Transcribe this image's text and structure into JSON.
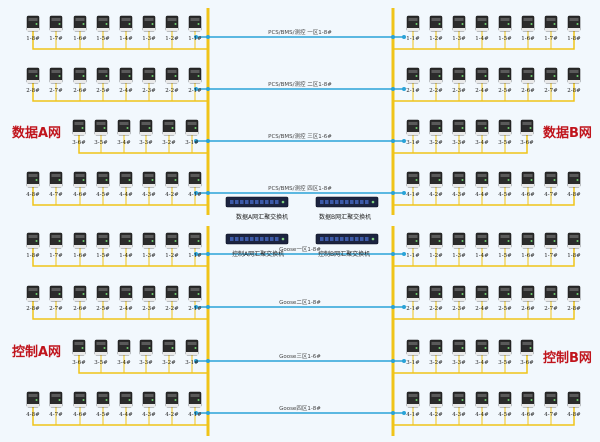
{
  "zones": {
    "data_a": "数据A网",
    "data_b": "数据B网",
    "ctrl_a": "控制A网",
    "ctrl_b": "控制B网"
  },
  "switches": {
    "data_a": "数据A网汇聚交换机",
    "data_b": "数据B网汇聚交换机",
    "ctrl_a": "控制A网汇聚交换机",
    "ctrl_b": "控制B网汇聚交换机"
  },
  "rows": [
    {
      "label": "PCS/BMS/测控 一区1-8#",
      "left": [
        "1-8#",
        "1-7#",
        "1-6#",
        "1-5#",
        "1-4#",
        "1-3#",
        "1-2#",
        "1-1#"
      ],
      "right": [
        "1-1#",
        "1-2#",
        "1-3#",
        "1-4#",
        "1-5#",
        "1-6#",
        "1-7#",
        "1-8#"
      ]
    },
    {
      "label": "PCS/BMS/测控 二区1-8#",
      "left": [
        "2-8#",
        "2-7#",
        "2-6#",
        "2-5#",
        "2-4#",
        "2-3#",
        "2-2#",
        "2-1#"
      ],
      "right": [
        "2-1#",
        "2-2#",
        "2-3#",
        "2-4#",
        "2-5#",
        "2-6#",
        "2-7#",
        "2-8#"
      ]
    },
    {
      "label": "PCS/BMS/测控 三区1-6#",
      "left": [
        "3-6#",
        "3-5#",
        "3-4#",
        "3-3#",
        "3-2#",
        "3-1#"
      ],
      "right": [
        "3-1#",
        "3-2#",
        "3-3#",
        "3-4#",
        "3-5#",
        "3-6#"
      ]
    },
    {
      "label": "PCS/BMS/测控 四区1-8#",
      "left": [
        "4-8#",
        "4-7#",
        "4-6#",
        "4-5#",
        "4-4#",
        "4-3#",
        "4-2#",
        "4-1#"
      ],
      "right": [
        "4-1#",
        "4-2#",
        "4-3#",
        "4-4#",
        "4-5#",
        "4-6#",
        "4-7#",
        "4-8#"
      ]
    },
    {
      "label": "Goose一区1-8#",
      "left": [
        "1-8#",
        "1-7#",
        "1-6#",
        "1-5#",
        "1-4#",
        "1-3#",
        "1-2#",
        "1-1#"
      ],
      "right": [
        "1-1#",
        "1-2#",
        "1-3#",
        "1-4#",
        "1-5#",
        "1-6#",
        "1-7#",
        "1-8#"
      ]
    },
    {
      "label": "Goose二区1-8#",
      "left": [
        "2-8#",
        "2-7#",
        "2-6#",
        "2-5#",
        "2-4#",
        "2-3#",
        "2-2#",
        "2-1#"
      ],
      "right": [
        "2-1#",
        "2-2#",
        "2-3#",
        "2-4#",
        "2-5#",
        "2-6#",
        "2-7#",
        "2-8#"
      ]
    },
    {
      "label": "Goose三区1-6#",
      "left": [
        "3-6#",
        "3-5#",
        "3-4#",
        "3-3#",
        "3-2#",
        "3-1#"
      ],
      "right": [
        "3-1#",
        "3-2#",
        "3-3#",
        "3-4#",
        "3-5#",
        "3-6#"
      ]
    },
    {
      "label": "Goose四区1-8#",
      "left": [
        "4-8#",
        "4-7#",
        "4-6#",
        "4-5#",
        "4-4#",
        "4-3#",
        "4-2#",
        "4-1#"
      ],
      "right": [
        "4-1#",
        "4-2#",
        "4-3#",
        "4-4#",
        "4-5#",
        "4-6#",
        "4-7#",
        "4-8#"
      ]
    }
  ],
  "colors": {
    "trunk": "#f0c419",
    "link": "#2aa3d8",
    "zone_text": "#c0141c",
    "switch_body": "#1c2440"
  }
}
